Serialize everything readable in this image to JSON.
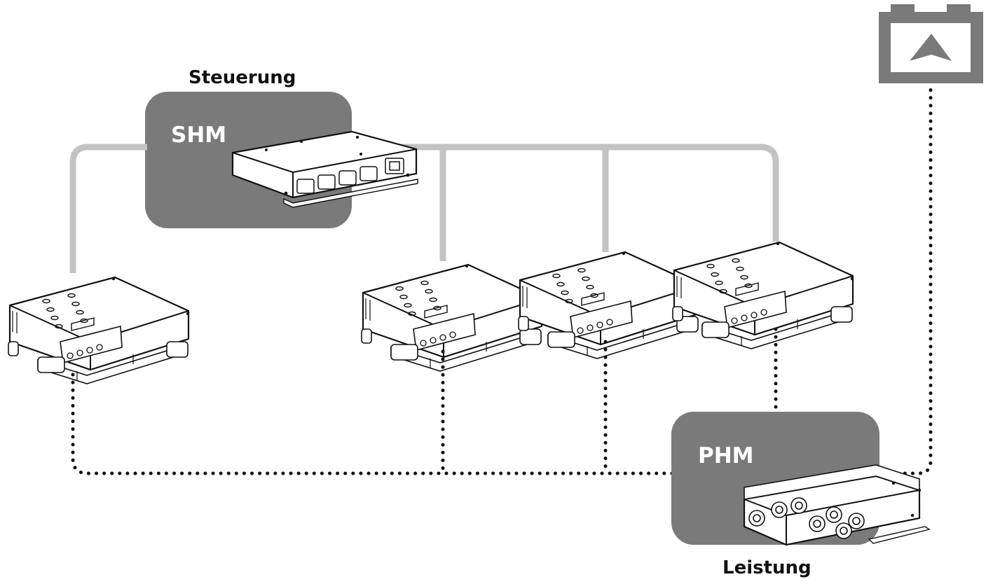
{
  "labels": {
    "control": "Steuerung",
    "power": "Leistung",
    "shm": "SHM",
    "phm": "PHM"
  },
  "legend_semantics": {
    "control_line_style": "solid light-grey bus",
    "power_line_style": "dotted black line"
  },
  "colors": {
    "module_box": "#7a7a7a",
    "control_bus": "#c3c3c3",
    "power_line": "#111111",
    "device_fill": "#ffffff",
    "device_stroke": "#111111"
  },
  "icons": [
    "battery-icon",
    "charger-device",
    "shm-module-device",
    "phm-module-device"
  ]
}
